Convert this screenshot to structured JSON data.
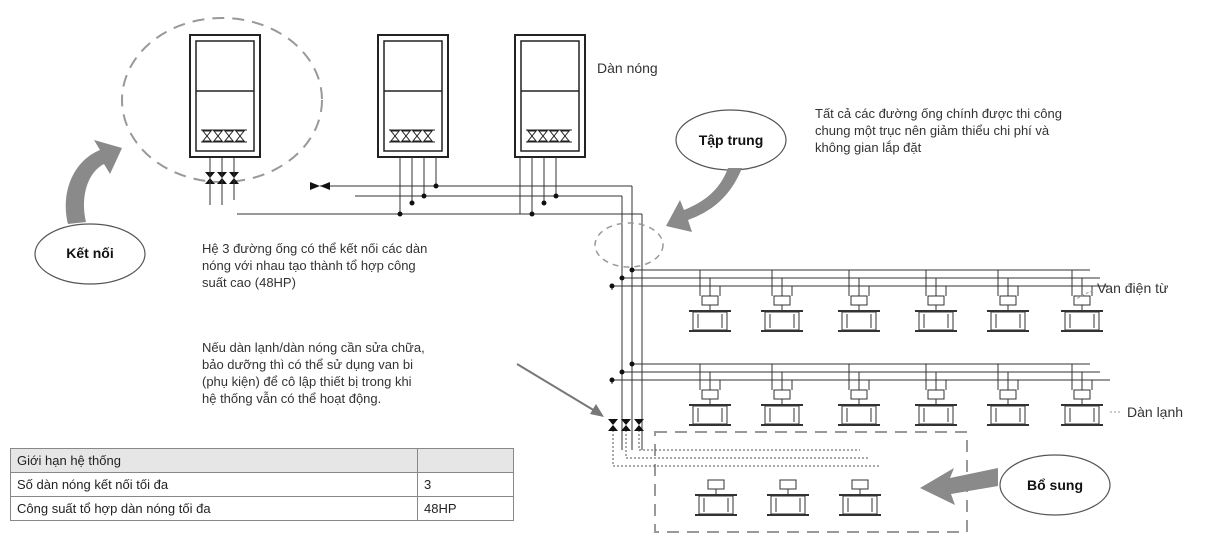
{
  "labels": {
    "outdoor_units": "Dàn nóng",
    "solenoid_valve": "Van điện từ",
    "indoor_units": "Dàn lạnh"
  },
  "bubbles": {
    "connect": "Kết nối",
    "central": "Tập trung",
    "extend": "Bổ sung"
  },
  "notes": {
    "central": "Tất cả các đường ống chính được thi công\nchung một trục nên giảm thiểu chi phí và\nkhông gian lắp đặt",
    "combine": "Hệ 3 đường ống có thể kết nối các dàn\nnóng với nhau tạo thành tổ hợp công\nsuất cao (48HP)",
    "ball_valve": "Nếu dàn lạnh/dàn nóng cần sửa chữa,\nbảo dưỡng thì có thể sử dụng van bi\n(phụ kiện) để cô lập thiết bị trong khi\nhệ thống vẫn có thể hoạt động."
  },
  "table": {
    "header": [
      "Giới hạn hệ thống",
      ""
    ],
    "rows": [
      [
        "Số dàn nóng kết nối tối đa",
        "3"
      ],
      [
        "Công suất tổ hợp dàn nóng tối đa",
        "48HP"
      ]
    ]
  }
}
